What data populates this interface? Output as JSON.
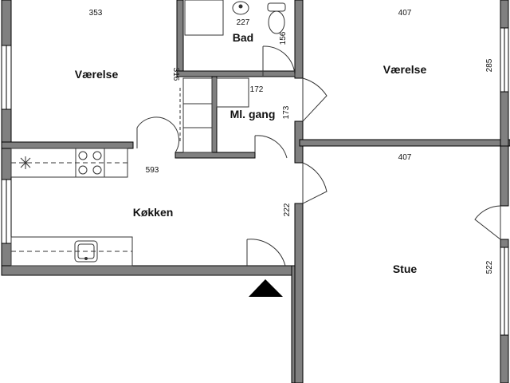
{
  "rooms": {
    "bedroom_left": "Værelse",
    "bathroom": "Bad",
    "hallway": "Ml. gang",
    "bedroom_right": "Værelse",
    "kitchen": "Køkken",
    "living_room": "Stue"
  },
  "dimensions": {
    "bedroom_left_width": "353",
    "bedroom_left_height": "316",
    "bathroom_width": "227",
    "bathroom_height": "156",
    "hallway_width": "172",
    "hallway_height": "173",
    "bedroom_right_width": "407",
    "bedroom_right_height": "285",
    "kitchen_width": "593",
    "kitchen_height": "222",
    "living_width": "407",
    "living_height": "522"
  },
  "colors": {
    "wall": "#808080",
    "wall_outline": "#000000",
    "window": "#ffffff",
    "line": "#333333",
    "entrance_marker": "#000000"
  },
  "icons": {
    "entrance": "entrance-triangle-icon",
    "toilet": "toilet-icon",
    "washbasin": "washbasin-icon",
    "sink": "kitchen-sink-icon",
    "stove": "stove-icon",
    "fridge": "fridge-icon"
  }
}
